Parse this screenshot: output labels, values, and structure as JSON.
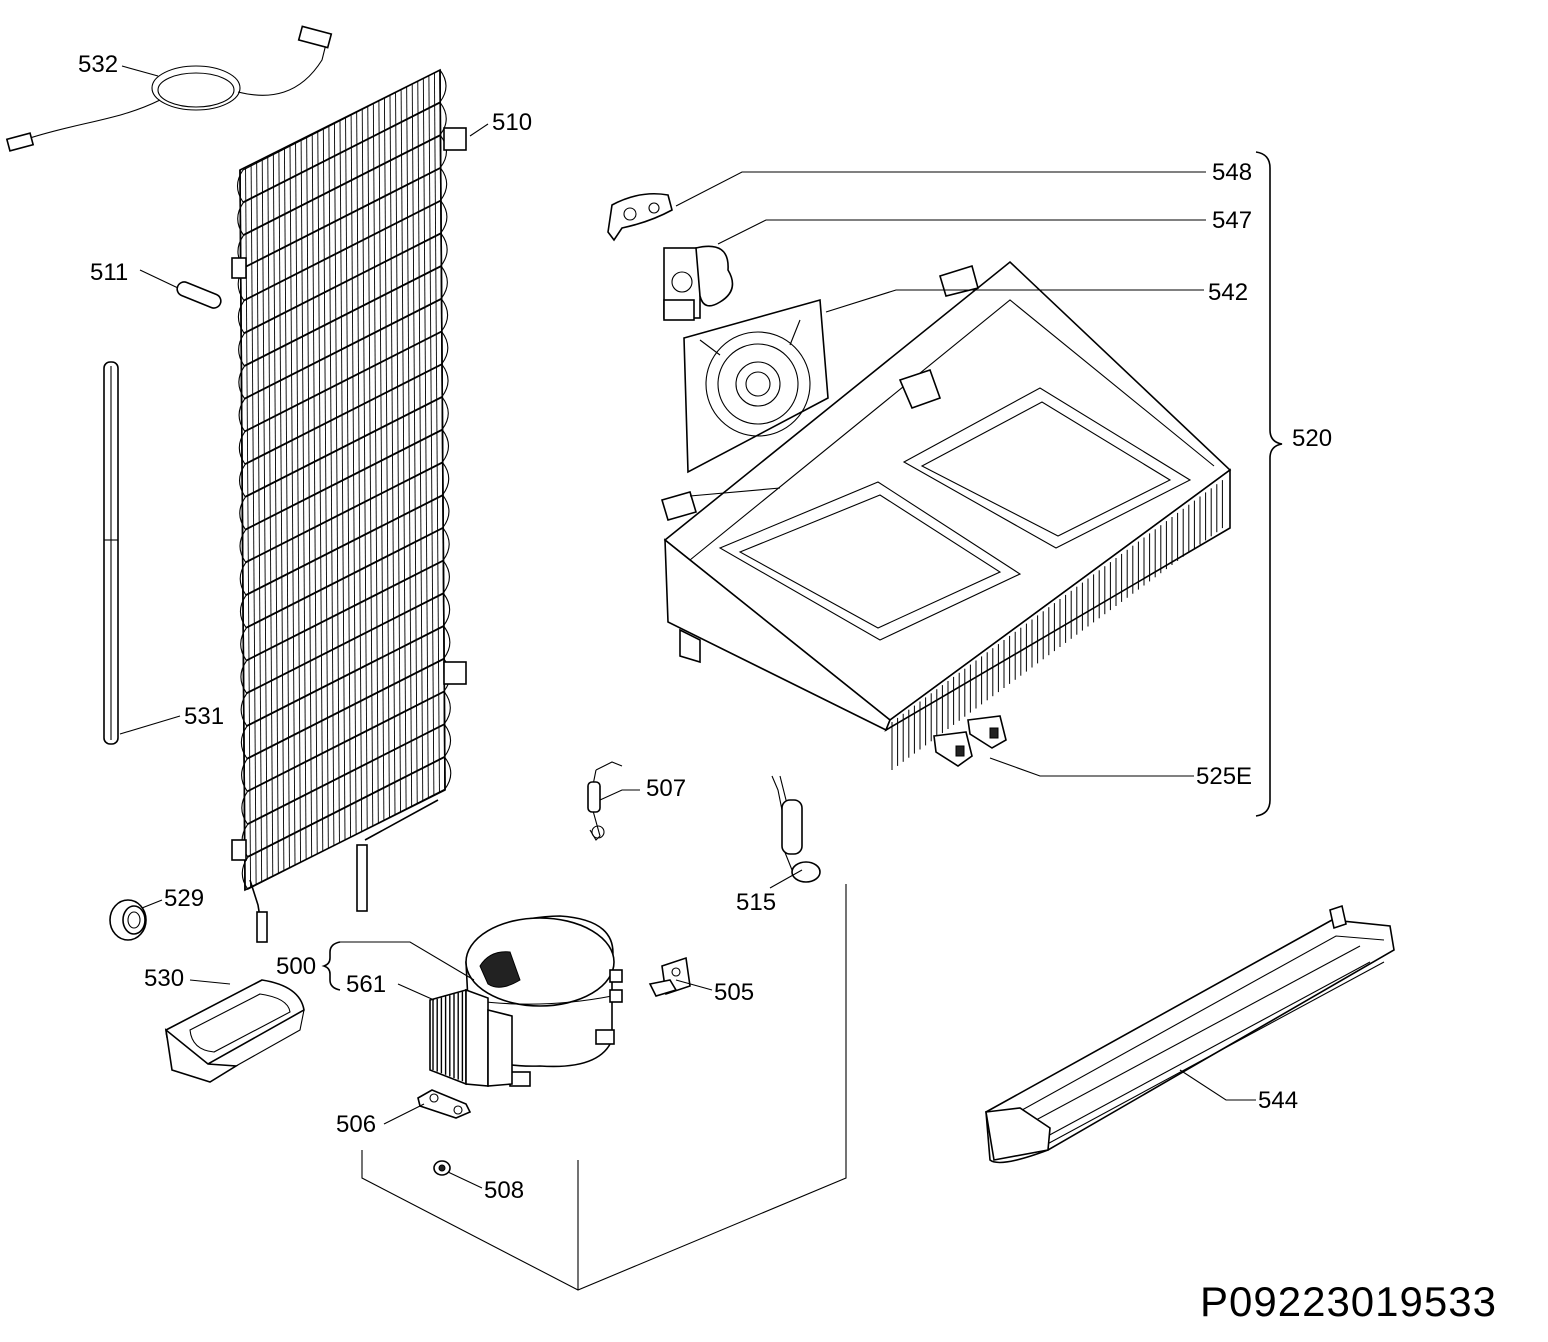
{
  "diagram": {
    "drawing_code": "P09223019533",
    "labels": {
      "l532": "532",
      "l510": "510",
      "l511": "511",
      "l531": "531",
      "l548": "548",
      "l547": "547",
      "l542": "542",
      "l520": "520",
      "l525E": "525E",
      "l507": "507",
      "l515": "515",
      "l529": "529",
      "l530": "530",
      "l500": "500",
      "l561": "561",
      "l505": "505",
      "l506": "506",
      "l508": "508",
      "l544": "544"
    }
  }
}
